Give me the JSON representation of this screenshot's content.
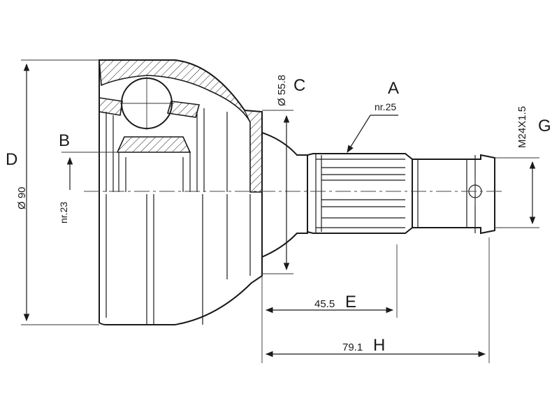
{
  "labels": {
    "A": "A",
    "B": "B",
    "C": "C",
    "D": "D",
    "E": "E",
    "G": "G",
    "H": "H"
  },
  "dimensions": {
    "outer_diameter": "Ø 90",
    "bell_diameter": "Ø 55.8",
    "inner_teeth": "nr.23",
    "outer_teeth": "nr.25",
    "thread": "M24X1.5",
    "shaft_length": "45.5",
    "total_length": "79.1"
  },
  "colors": {
    "line": "#1a1a1a",
    "background": "#ffffff"
  }
}
